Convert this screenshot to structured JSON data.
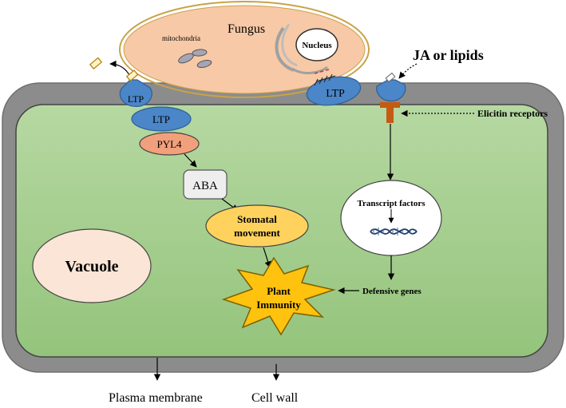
{
  "labels": {
    "fungus": "Fungus",
    "mitochondria": "mitochondria",
    "nucleus": "Nucleus",
    "ja_or_lipids": "JA or lipids",
    "elicitin_receptors": "Elicitin receptors",
    "ltp_membrane_left": "LTP",
    "ltp_fungus": "LTP",
    "ltp_cytoplasm": "LTP",
    "pyl4": "PYL4",
    "aba": "ABA",
    "stomatal_line1": "Stomatal",
    "stomatal_line2": "movement",
    "vacuole": "Vacuole",
    "transcript_factors": "Transcript factors",
    "plant_immunity_line1": "Plant",
    "plant_immunity_line2": "Immunity",
    "defensive_genes": "Defensive genes",
    "plasma_membrane": "Plasma membrane",
    "cell_wall": "Cell wall"
  },
  "colors": {
    "cell_wall": "#8c8c8c",
    "cytoplasm": "#a9cf94",
    "fungus_fill": "#f7c9a6",
    "fungus_border": "#c9a24a",
    "ltp_blue": "#4a86c8",
    "pyl4_fill": "#f2a07b",
    "aba_fill": "#eeeeee",
    "stomatal_fill": "#ffd25e",
    "immunity_fill": "#ffc20e",
    "vacuole_fill": "#fbe5d6",
    "receptor": "#c55a11",
    "mito_fill": "#a6a6b3",
    "ligand_fill": "#fff2cc"
  }
}
